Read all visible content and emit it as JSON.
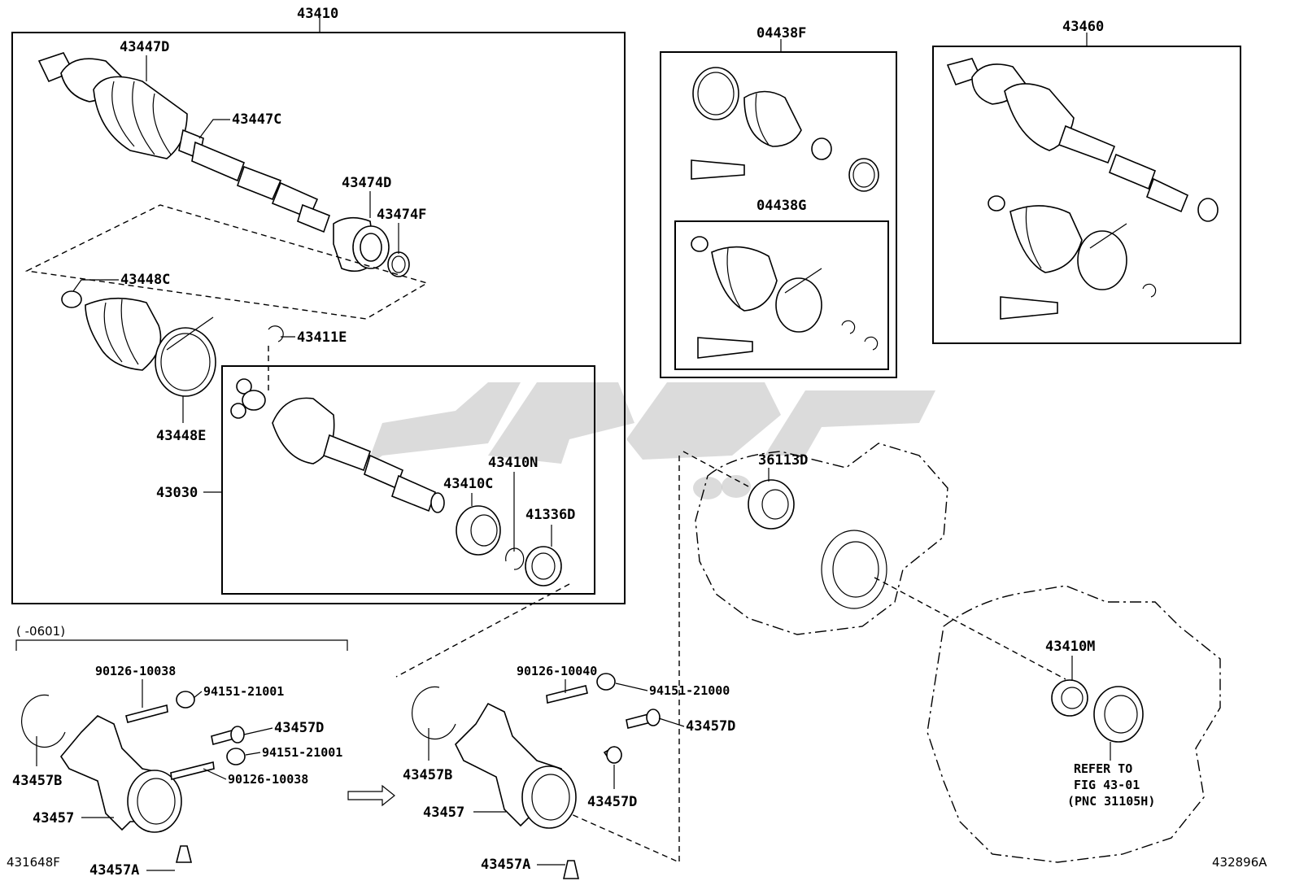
{
  "labels": {
    "p43410": "43410",
    "p43447D": "43447D",
    "p43447C": "43447C",
    "p43474D": "43474D",
    "p43474F": "43474F",
    "p43448C": "43448C",
    "p43411E": "43411E",
    "p43448E": "43448E",
    "p43030": "43030",
    "p43410N": "43410N",
    "p43410C": "43410C",
    "p41336D": "41336D",
    "p04438F": "04438F",
    "p04438G": "04438G",
    "p43460": "43460",
    "p36113D": "36113D",
    "p43410M": "43410M",
    "refer1": "REFER TO",
    "refer2": "FIG 43-01",
    "refer3": "(PNC 31105H)",
    "range": "(    -0601)",
    "l_90126_10038a": "90126-10038",
    "l_94151_21001a": "94151-21001",
    "l_43457D_a": "43457D",
    "l_94151_21001b": "94151-21001",
    "l_90126_10038b": "90126-10038",
    "l_43457B_a": "43457B",
    "l_43457_a": "43457",
    "l_43457A_a": "43457A",
    "l_90126_10040": "90126-10040",
    "l_94151_21000": "94151-21000",
    "l_43457D_b": "43457D",
    "l_43457D_c": "43457D",
    "l_43457B_b": "43457B",
    "l_43457_b": "43457",
    "l_43457A_b": "43457A",
    "catalog_left": "431648F",
    "catalog_right": "432896A"
  }
}
